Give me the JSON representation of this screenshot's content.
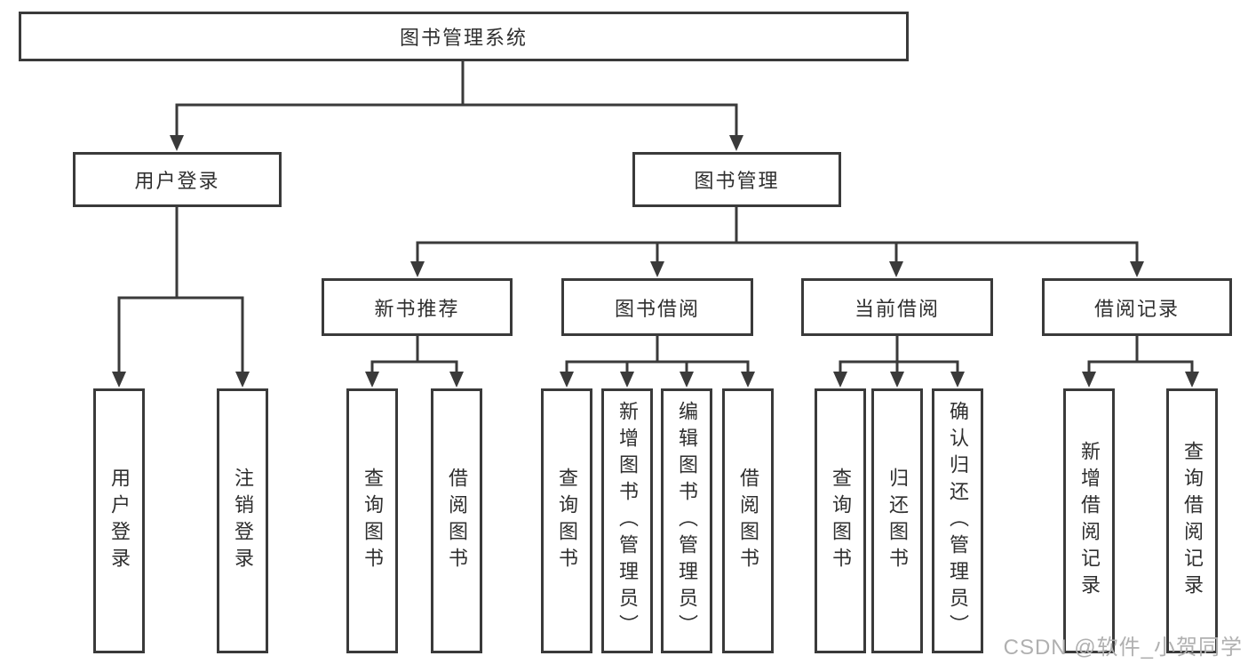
{
  "diagram": {
    "root": {
      "label": "图书管理系统"
    },
    "level2": [
      {
        "label": "用户登录"
      },
      {
        "label": "图书管理"
      }
    ],
    "level3": [
      {
        "label": "新书推荐"
      },
      {
        "label": "图书借阅"
      },
      {
        "label": "当前借阅"
      },
      {
        "label": "借阅记录"
      }
    ],
    "leaves": {
      "user_login": [
        "用户登录",
        "注销登录"
      ],
      "new_books": [
        "查询图书",
        "借阅图书"
      ],
      "book_borrow": [
        "查询图书",
        "新增图书（管理员）",
        "编辑图书（管理员）",
        "借阅图书"
      ],
      "current_borrow": [
        "查询图书",
        "归还图书",
        "确认归还（管理员）"
      ],
      "borrow_records": [
        "新增借阅记录",
        "查询借阅记录"
      ]
    }
  },
  "watermark": {
    "text": "CSDN @软件_小贺同学"
  },
  "colors": {
    "line": "#3a3a3a",
    "text": "#2f2f2f",
    "watermark": "#b0b0b0",
    "background": "#ffffff"
  }
}
